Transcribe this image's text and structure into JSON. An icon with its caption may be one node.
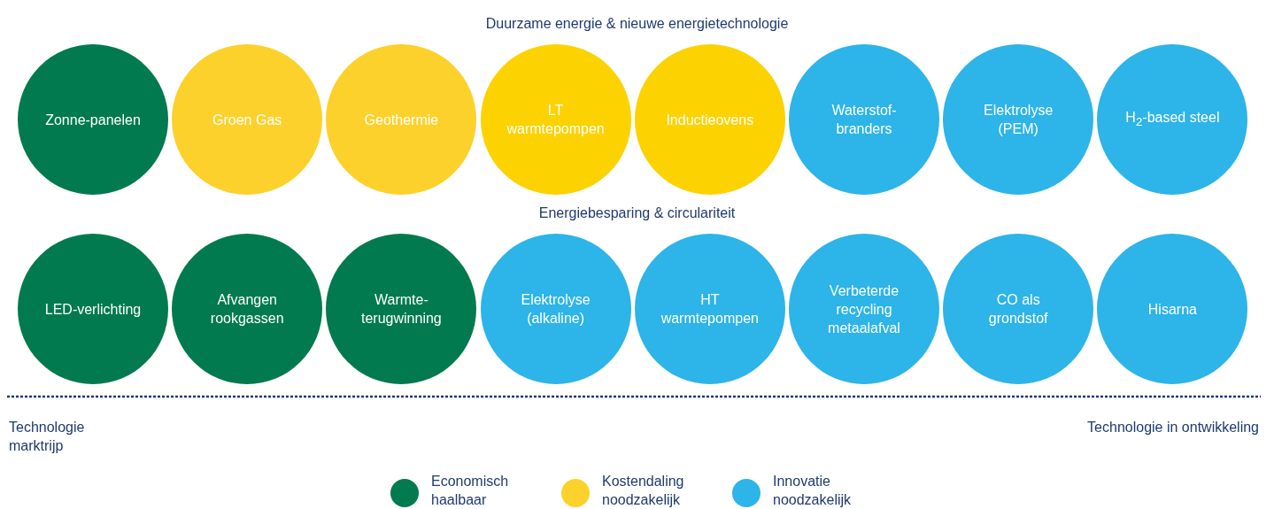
{
  "diagram": {
    "nodes": [
      {
        "text": [
          "Zonne-panelen"
        ]
      },
      {
        "text": [
          "Groen Gas"
        ]
      },
      {
        "text": [
          "Geothermie"
        ]
      },
      {
        "text": [
          "LT warmtepompen"
        ]
      },
      {
        "text": [
          "Inductieovens"
        ]
      },
      {
        "text": [
          "Waterstof-branders"
        ]
      },
      {
        "text": [
          "Elektrolyse (PEM)"
        ]
      },
      {
        "text": [
          "H$_{2}$-based steel"
        ]
      },
      {
        "text": [
          "LED-verlichting"
        ]
      },
      {
        "text": [
          "Afvangen rookgassen"
        ]
      },
      {
        "text": [
          "Warmte-terugwinning"
        ]
      },
      {
        "text": [
          "Elektrolyse (alkaline)"
        ]
      },
      {
        "text": [
          "HT warmtepompen"
        ]
      },
      {
        "text": [
          "Verbeterde recycling metaalafval"
        ]
      },
      {
        "text": [
          "CO als grondstof"
        ]
      },
      {
        "text": [
          "Hisarna"
        ]
      }
    ],
    "edges": [],
    "labels": [
      "Duurzame energie & nieuwe energietechnologie",
      "Energiebesparing & circulariteit",
      "Technologie marktrijp",
      "Technologie in ontwikkeling"
    ],
    "legend": [
      {
        "text": "Economisch haalbaar",
        "color": "#007a4e"
      },
      {
        "text": "Kostendaling noodzakelijk",
        "color": "#fdd12b"
      },
      {
        "text": "Innovatie noodzakelijk",
        "color": "#2db4e8"
      }
    ]
  }
}
